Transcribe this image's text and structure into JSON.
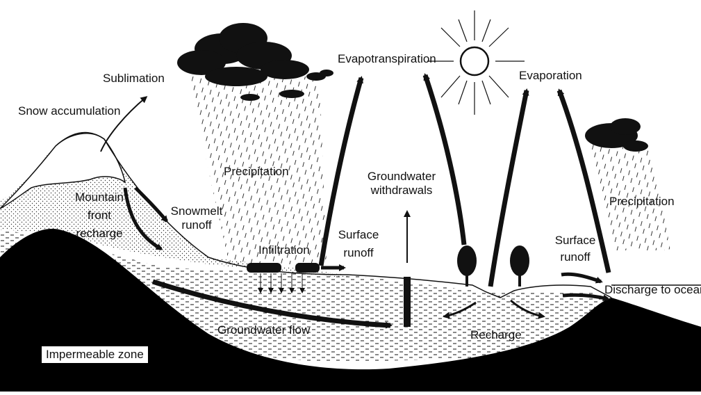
{
  "labels": {
    "snow_accumulation": "Snow accumulation",
    "sublimation": "Sublimation",
    "precipitation_left": "Precipitation",
    "precipitation_right": "Precipitation",
    "evapotranspiration": "Evapotranspiration",
    "evaporation": "Evaporation",
    "mountain_front_recharge": [
      "Mountain",
      "front",
      "recharge"
    ],
    "snowmelt_runoff": [
      "Snowmelt",
      "runoff"
    ],
    "infiltration": "Infiltration",
    "surface_runoff_middle": [
      "Surface",
      "runoff"
    ],
    "groundwater_withdrawals": [
      "Groundwater",
      "withdrawals"
    ],
    "surface_runoff_right": [
      "Surface",
      "runoff"
    ],
    "discharge_to_ocean": "Discharge to ocean",
    "groundwater_flow": "Groundwater flow",
    "recharge": "Recharge",
    "impermeable_zone": "Impermeable zone"
  },
  "icons": [
    "sun-icon",
    "storm-cloud-icon",
    "tree-icon",
    "well-icon"
  ],
  "colors": {
    "ink": "#111111",
    "paper": "#ffffff"
  }
}
